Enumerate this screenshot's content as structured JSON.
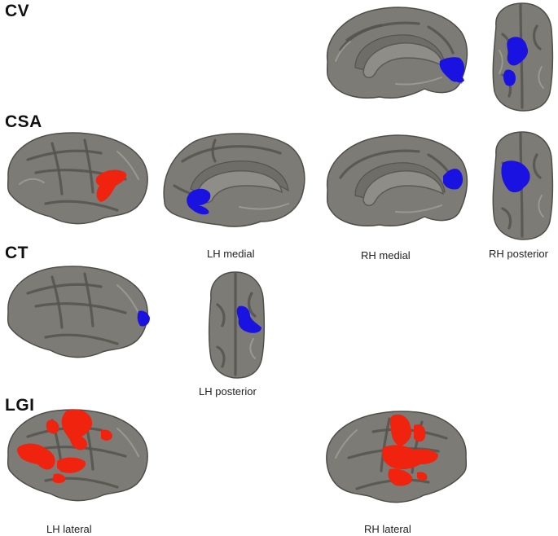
{
  "figure": {
    "rows": [
      {
        "label": "CV"
      },
      {
        "label": "CSA"
      },
      {
        "label": "CT"
      },
      {
        "label": "LGI"
      }
    ],
    "views": {
      "lh_medial": "LH medial",
      "rh_medial": "RH medial",
      "rh_posterior": "RH posterior",
      "lh_posterior": "LH posterior",
      "lh_lateral": "LH lateral",
      "rh_lateral": "RH lateral"
    },
    "colors": {
      "cortex": "#7c7b76",
      "decrease": "#1a12e0",
      "increase": "#f0230e"
    }
  }
}
